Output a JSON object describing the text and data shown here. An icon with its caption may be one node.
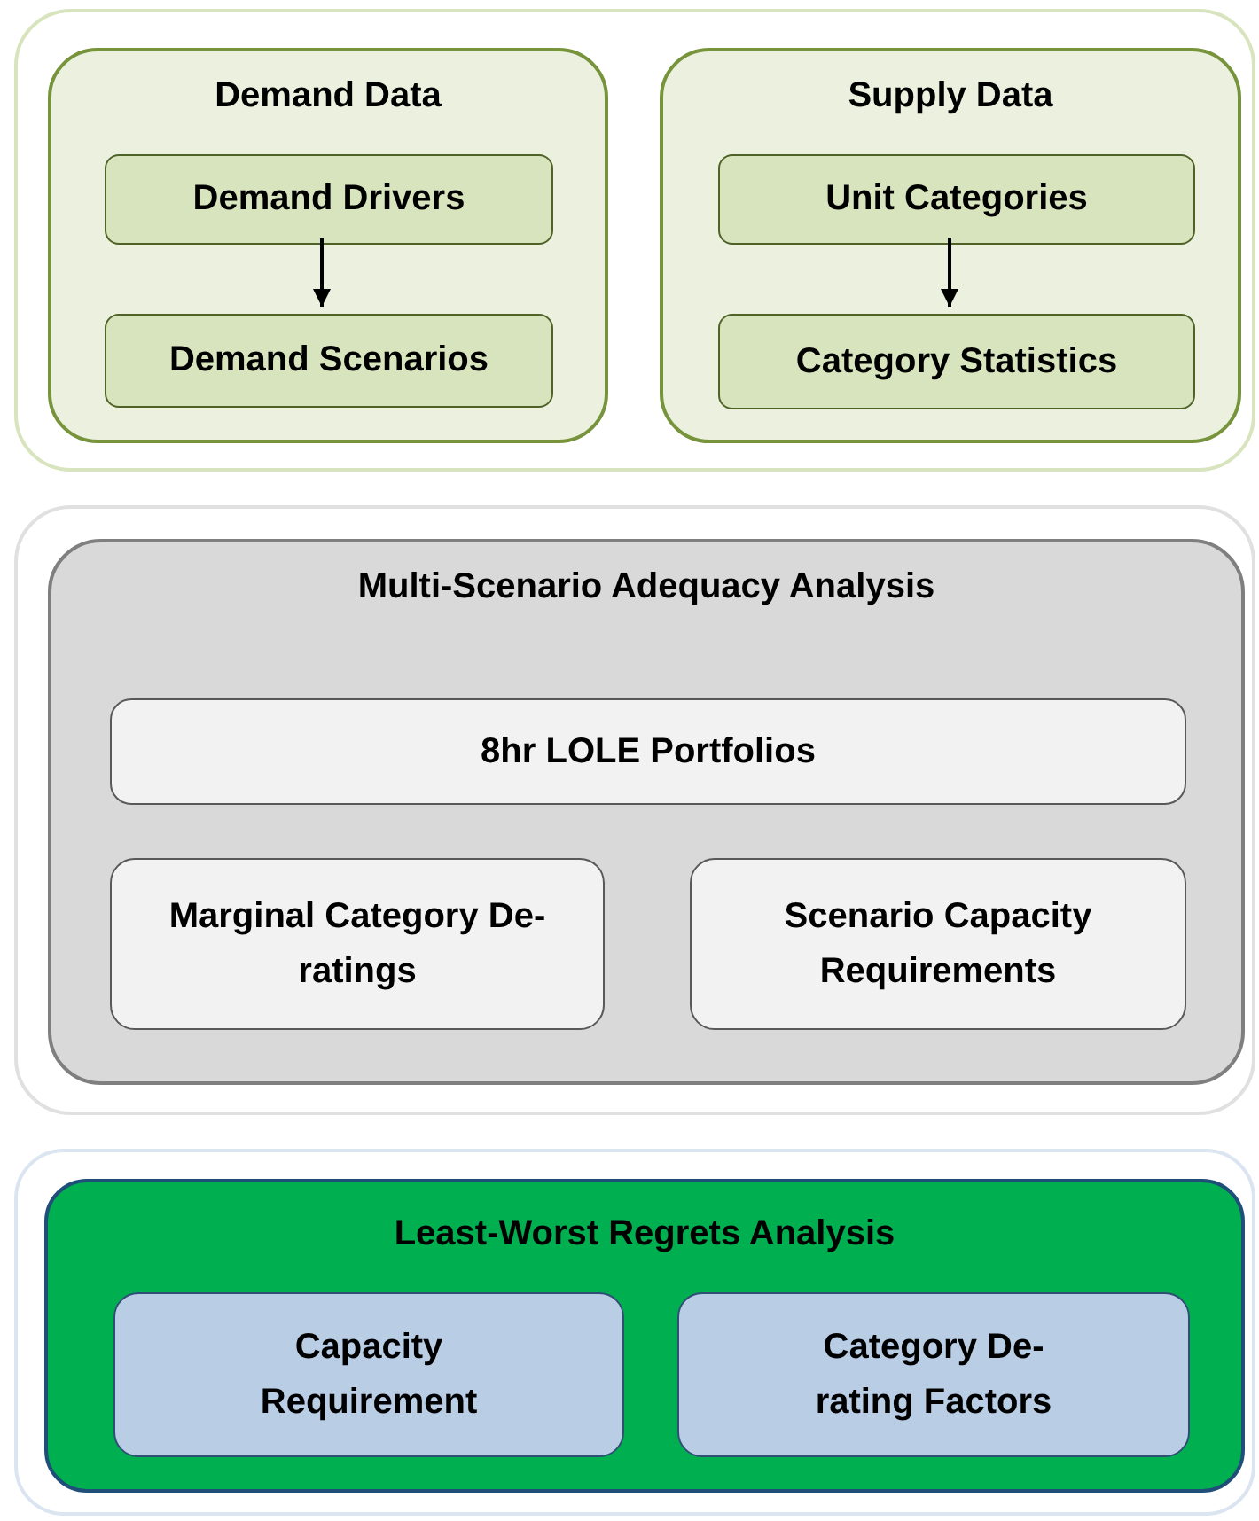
{
  "diagram": {
    "nodes": [
      {
        "text": [],
        "shape": "box"
      },
      {
        "text": [
          "Demand Data"
        ],
        "in": 0
      },
      {
        "text": [
          "Demand Drivers"
        ],
        "in": 1
      },
      {
        "text": [
          "Demand Scenarios"
        ],
        "in": 1
      },
      {
        "text": [
          "Supply Data"
        ],
        "in": 0
      },
      {
        "text": [
          "Unit Categories"
        ],
        "in": 4
      },
      {
        "text": [
          "Category Statistics"
        ],
        "in": 4
      },
      {
        "text": [],
        "shape": "box"
      },
      {
        "text": [
          "Multi-Scenario Adequacy Analysis"
        ],
        "in": 7
      },
      {
        "text": [
          "8hr LOLE Portfolios"
        ],
        "in": 8
      },
      {
        "text": [
          "Marginal Category De-ratings"
        ],
        "in": 8
      },
      {
        "text": [
          "Scenario Capacity Requirements"
        ],
        "in": 8
      },
      {
        "text": [],
        "shape": "box"
      },
      {
        "text": [
          "Least-Worst Regrets Analysis"
        ],
        "in": 12
      },
      {
        "text": [
          "Capacity Requirement"
        ],
        "in": 13
      },
      {
        "text": [
          "Category De-rating Factors"
        ],
        "in": 13
      }
    ],
    "edges": [
      {
        "from": 2,
        "to": 3,
        "arrow": "to"
      },
      {
        "from": 5,
        "to": 6,
        "arrow": "to"
      }
    ]
  }
}
